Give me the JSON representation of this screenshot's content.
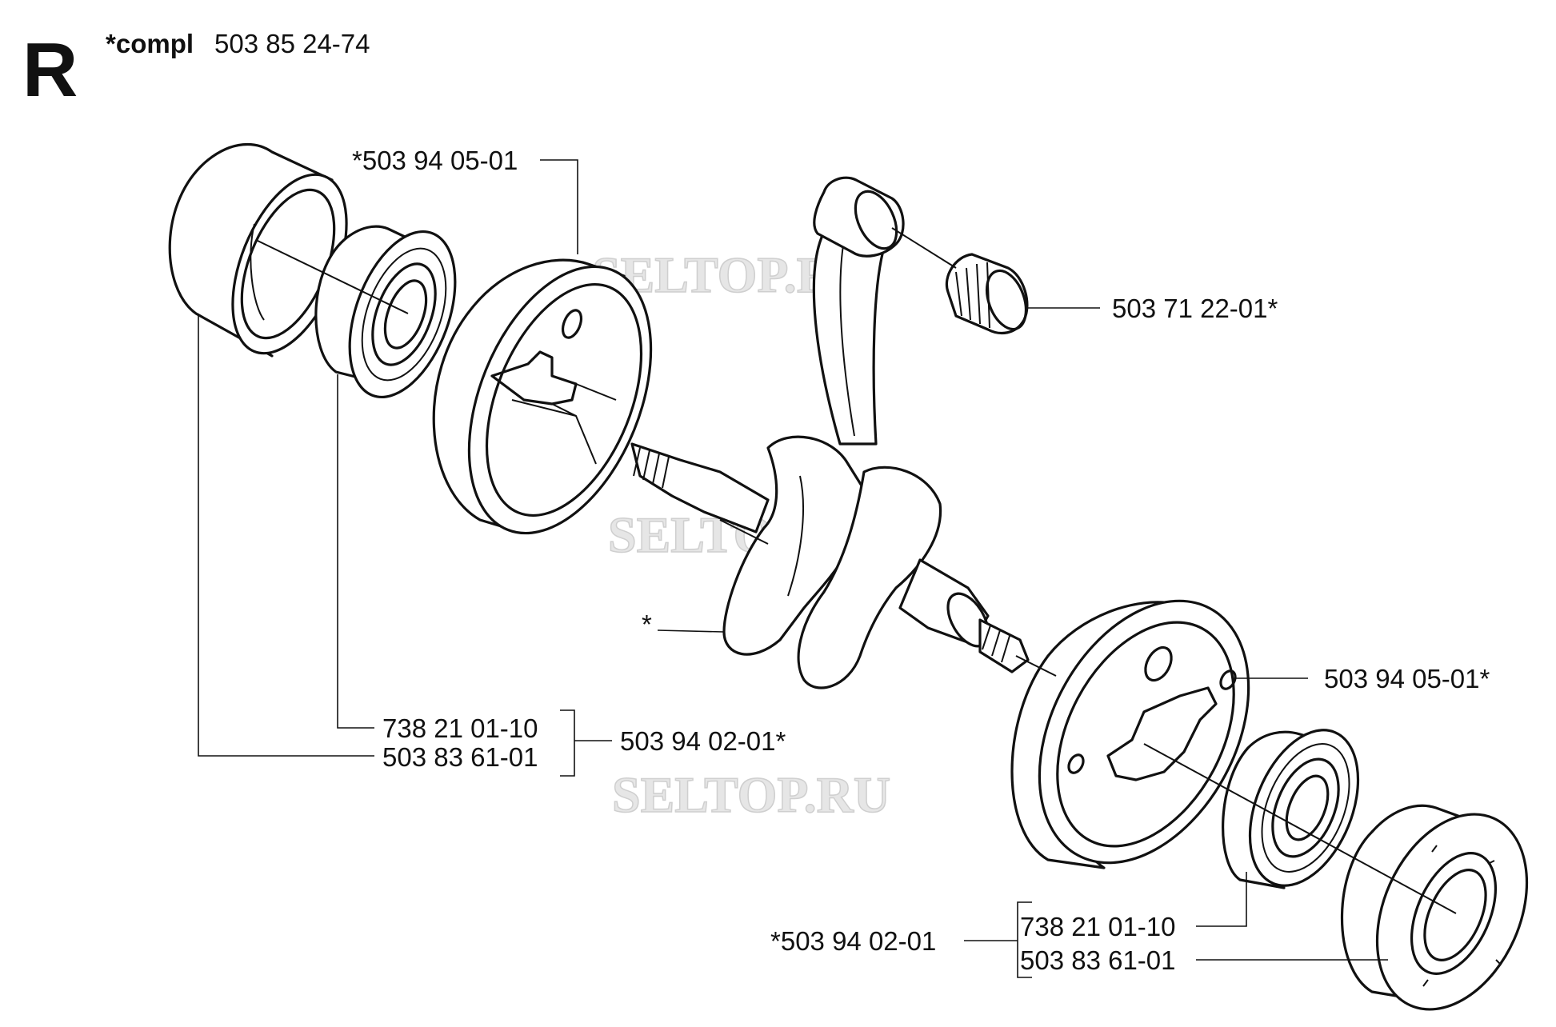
{
  "header": {
    "section_letter": "R",
    "compl_label": "*compl",
    "compl_number": "503 85 24-74"
  },
  "watermarks": [
    "SELTOP.RU",
    "SELTOP.RU",
    "SELTOP.RU"
  ],
  "labels": {
    "flywheel_half_top": "*503 94 05-01",
    "needle_bearing": "503 71 22-01*",
    "crankshaft": "*",
    "flywheel_half_right": "503 94 05-01*",
    "left_bearing": "738 21 01-10",
    "left_seal": "503 83 61-01",
    "left_kit": "503 94 02-01*",
    "right_kit": "*503 94 02-01",
    "right_bearing": "738 21 01-10",
    "right_seal": "503 83 61-01"
  }
}
